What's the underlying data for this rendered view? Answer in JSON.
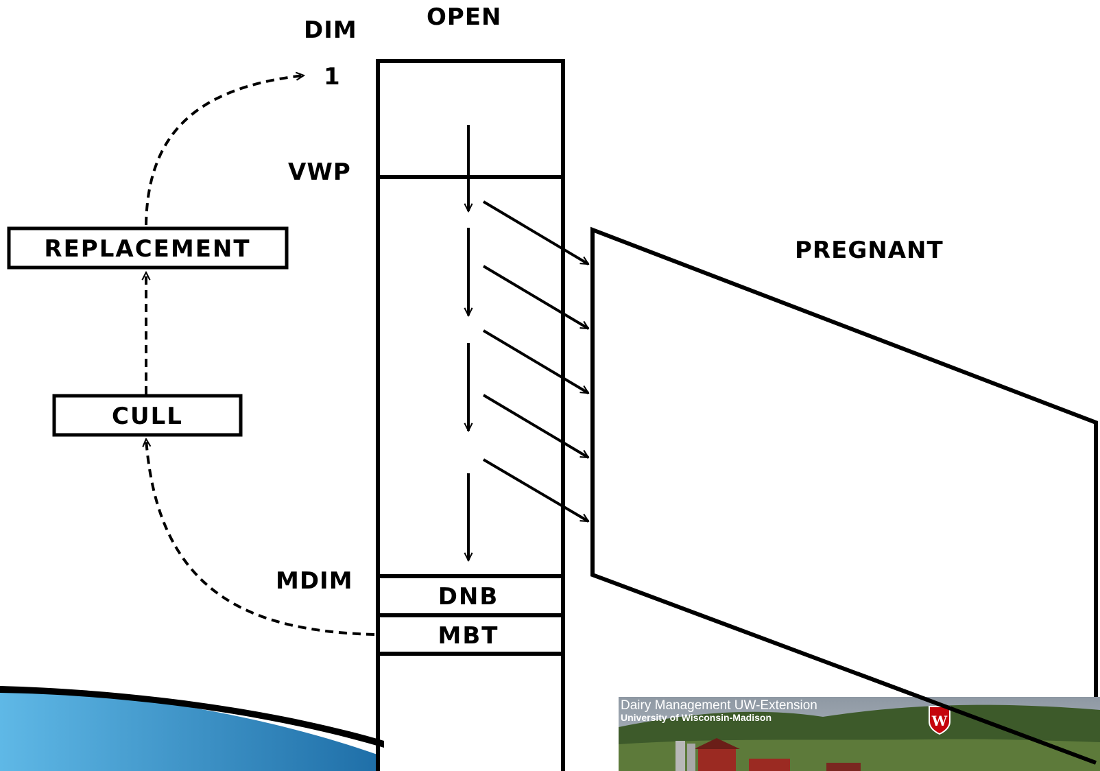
{
  "labels": {
    "dim": "DIM",
    "open": "OPEN",
    "one": "1",
    "vwp": "VWP",
    "mdim": "MDIM",
    "pregnant": "PREGNANT"
  },
  "boxes": {
    "replacement": "REPLACEMENT",
    "cull": "CULL",
    "dnb": "DNB",
    "mbt": "MBT"
  },
  "thumbnail": {
    "title": "Dairy Management UW-Extension",
    "subtitle": "University of Wisconsin-Madison",
    "logo_letter": "W"
  },
  "colors": {
    "ink": "#000000",
    "slide_accent": "#3a9fd6",
    "thumbnail_sky": "#7f8a96",
    "thumbnail_hills": "#3d5a2a",
    "logo_red": "#c5050c"
  }
}
